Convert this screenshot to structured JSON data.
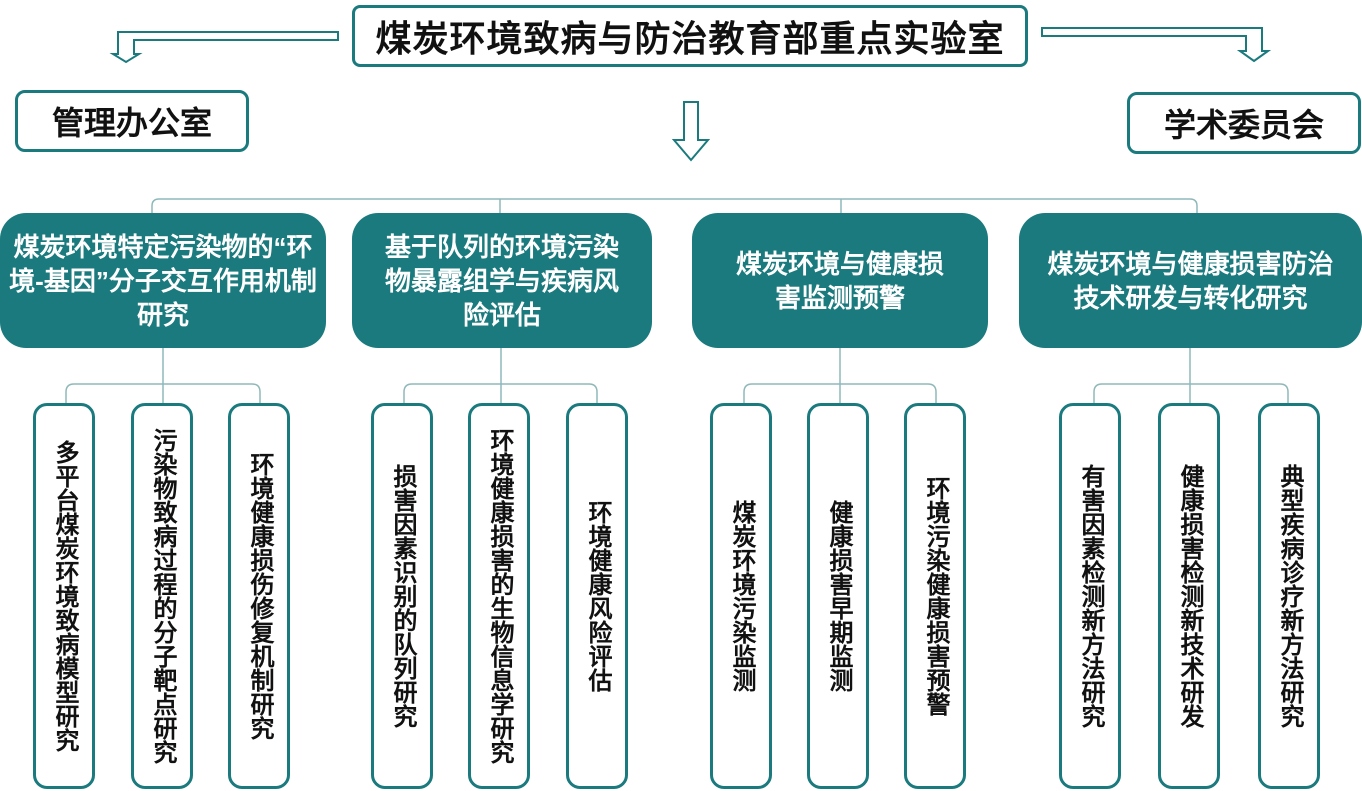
{
  "top": {
    "title": "煤炭环境致病与防治教育部重点实验室",
    "left_box": "管理办公室",
    "right_box": "学术委员会"
  },
  "groups": [
    {
      "header": "煤炭环境特定污染物的“环境-基因”分子交互作用机制研究",
      "items": [
        "多平台煤炭环境致病模型研究",
        "污染物致病过程的分子靶点研究",
        "环境健康损伤修复机制研究"
      ]
    },
    {
      "header": "基于队列的环境污染物暴露组学与疾病风险评估",
      "items": [
        "损害因素识别的队列研究",
        "环境健康损害的生物信息学研究",
        "环境健康风险评估"
      ]
    },
    {
      "header": "煤炭环境与健康损害监测预警",
      "items": [
        "煤炭环境污染监测",
        "健康损害早期监测",
        "环境污染健康损害预警"
      ]
    },
    {
      "header": "煤炭环境与健康损害防治技术研发与转化研究",
      "items": [
        "有害因素检测新方法研究",
        "健康损害检测新技术研发",
        "典型疾病诊疗新方法研究"
      ]
    }
  ],
  "colors": {
    "teal": "#1a7a7e",
    "text": "#111111"
  }
}
